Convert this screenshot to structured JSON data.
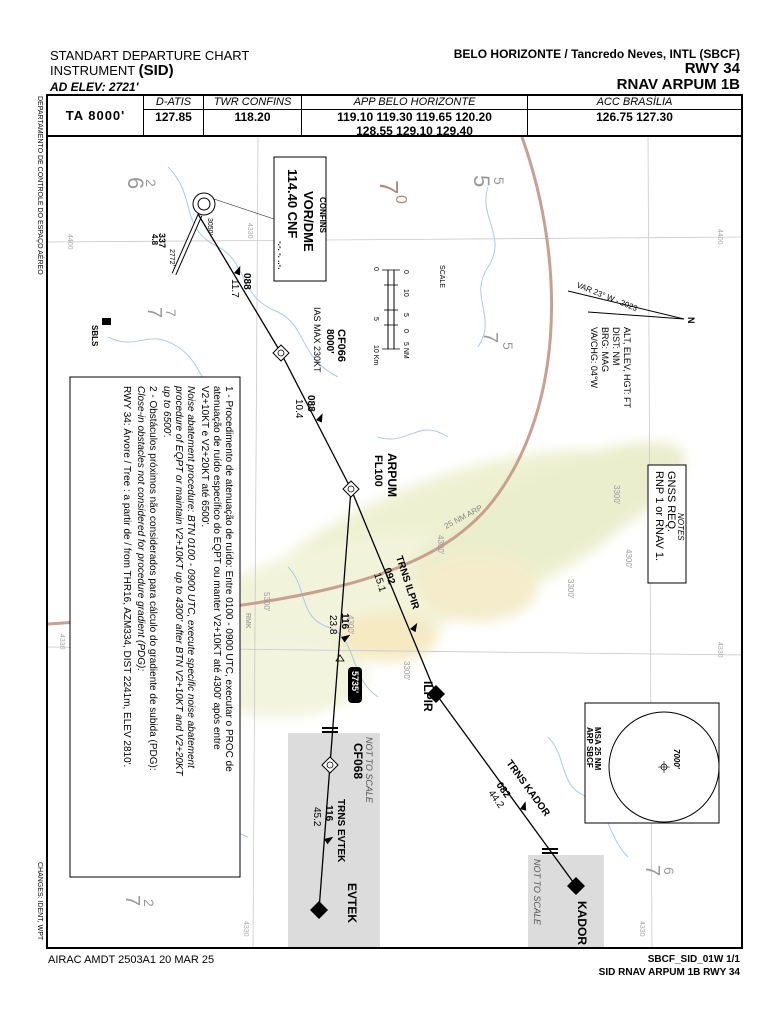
{
  "header": {
    "chart_type": "STANDART DEPARTURE CHART",
    "instrument": "INSTRUMENT",
    "sid_tag": "(SID)",
    "ad_elev": "AD ELEV: 2721'",
    "airport": "BELO HORIZONTE / Tancredo Neves, INTL (SBCF)",
    "runway": "RWY 34",
    "procedure": "RNAV ARPUM 1B"
  },
  "frequencies": {
    "ta": "TA 8000'",
    "datis_title": "D-ATIS",
    "datis": "127.85",
    "twr_title": "TWR CONFINS",
    "twr": "118.20",
    "app_title": "APP BELO HORIZONTE",
    "app_line1": "119.10 119.30 119.65 120.20",
    "app_line2": "128.55 129.10 129.40",
    "acc_title": "ACC BRASÍLIA",
    "acc": "126.75 127.30"
  },
  "navaid": {
    "name": "CONFINS",
    "type": "VOR/DME",
    "freq_ident": "114.40  CNF",
    "morse": "-.-. -. ..-."
  },
  "runway_labels": {
    "elev_a": "3050'",
    "elev_b": "2772'",
    "heading": "337",
    "length": "4.8"
  },
  "waypoints": [
    {
      "name": "CF066",
      "alt": "8000'",
      "note": "IAS MAX 230KT"
    },
    {
      "name": "ARPUM",
      "alt": "FL100"
    },
    {
      "name": "ILPIR"
    },
    {
      "name": "CF068"
    },
    {
      "name": "EVTEK"
    },
    {
      "name": "KADOR"
    }
  ],
  "legs": [
    {
      "course": "088",
      "dist": "11.7"
    },
    {
      "course": "088",
      "dist": "10.4"
    },
    {
      "label": "TRNS ILPIR",
      "course": "092",
      "dist": "15.1"
    },
    {
      "course": "116",
      "dist": "23.8"
    },
    {
      "label": "TRNS EVTEK",
      "course": "116",
      "dist": "45.2"
    },
    {
      "label": "TRNS KADOR",
      "course": "082",
      "dist": "44.2"
    }
  ],
  "terrain_labels": [
    "6",
    "2",
    "7",
    "0",
    "5",
    "5",
    "7",
    "7",
    "7",
    "5",
    "7",
    "6",
    "7",
    "2"
  ],
  "contour_labels": [
    "3300'",
    "4300'",
    "3300'",
    "4300'",
    "5300'",
    "4300'",
    "3300'"
  ],
  "gridlines": [
    "4400",
    "4400",
    "4330",
    "4330",
    "4330",
    "4330",
    "4330"
  ],
  "rmk": "RMK",
  "arc_label": "25 NM ARP",
  "spot_elev": "5735'",
  "not_to_scale": "NOT TO SCALE",
  "sbls": "SBLS",
  "scale": {
    "title": "SCALE",
    "nm_ticks": [
      "0",
      "5 NM"
    ],
    "km_ticks": [
      "0",
      "5",
      "10 Km"
    ],
    "misc": [
      "10",
      "5",
      "0"
    ]
  },
  "var_label": "VAR 23° W - 2023",
  "north": "N",
  "units": [
    "ALT, ELEV, HGT: FT",
    "DIST: NM",
    "BRG: MAG",
    "VA/CHG: 04°W"
  ],
  "notes_box": {
    "title": "NOTES",
    "line1": "GNSS REQ.",
    "line2": "RNP 1 or RNAV 1."
  },
  "remarks": [
    "1 - Procedimento de atenuação de ruído: Entre 0100 - 0900 UTC, executar o PROC de",
    "atenuação de ruído específico do EQPT ou manter V2+10KT até 4300' após entre",
    "V2+10KT e V2+20KT até 6500'.",
    "Noise abatement procedure: BTN 0100 - 0900 UTC, execute specific noise abatement",
    "procedure of EQPT or maintain V2+10KT up to 4300' after BTN V2+10KT and V2+20KT",
    "up to 6500'.",
    "2 - Obstáculos próximos não considerados para cálculo do gradiente de subida (PDG):",
    "Close-in obstacles not considered for procedure gradient (PDG):",
    "RWY 34: Árvore / Tree : a partir de / from THR16, AZM334, DIST 2241m, ELEV 2810'."
  ],
  "msa": {
    "alt": "7000'",
    "label1": "MSA 25 NM",
    "label2": "ARP SBCF"
  },
  "side_labels": {
    "left": "DEPARTAMENTO DE CONTROLE DO ESPAÇO AÉREO",
    "bottom_left": "CHANGES: IDENT, WPT"
  },
  "footer": {
    "airac": "AIRAC AMDT 2503A1  20 MAR 25",
    "id": "SBCF_SID_01W 1/1",
    "desc": "SID RNAV ARPUM 1B RWY 34"
  }
}
